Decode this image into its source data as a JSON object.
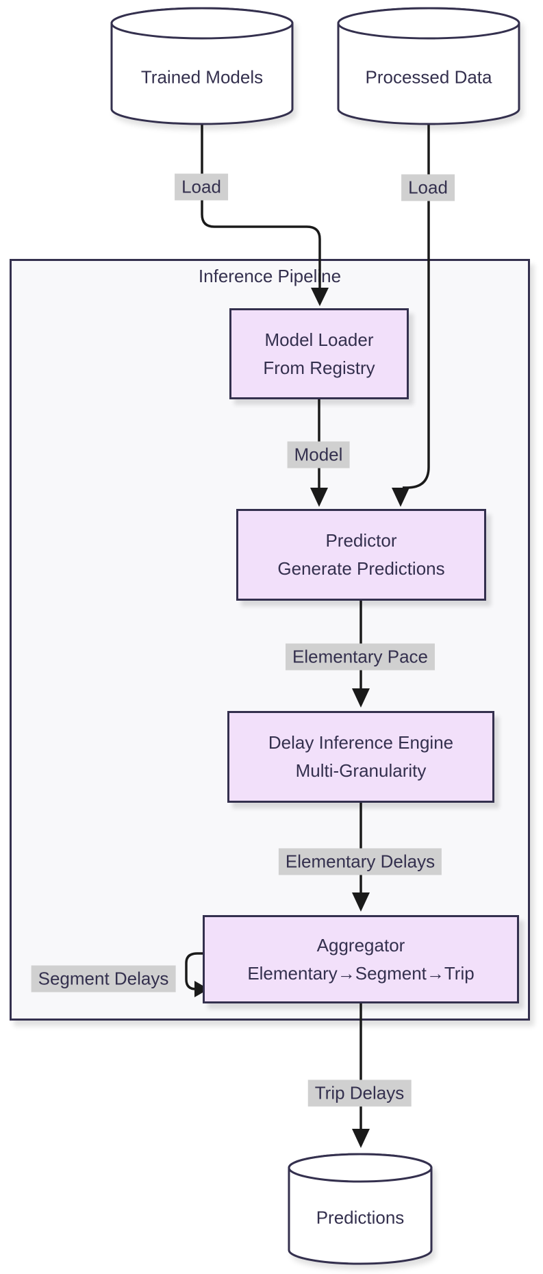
{
  "cluster": {
    "label": "Inference Pipeline"
  },
  "nodes": {
    "trained_models": {
      "label": "Trained Models",
      "shape": "cylinder"
    },
    "processed_data": {
      "label": "Processed Data",
      "shape": "cylinder"
    },
    "model_loader": {
      "line1": "Model Loader",
      "line2": "From Registry"
    },
    "predictor": {
      "line1": "Predictor",
      "line2": "Generate Predictions"
    },
    "delay_engine": {
      "line1": "Delay Inference Engine",
      "line2": "Multi-Granularity"
    },
    "aggregator": {
      "line1": "Aggregator",
      "line2": "Elementary→Segment→Trip"
    },
    "predictions": {
      "label": "Predictions",
      "shape": "cylinder"
    }
  },
  "edges": [
    {
      "from": "Trained Models",
      "to": "Model Loader",
      "label": "Load"
    },
    {
      "from": "Processed Data",
      "to": "Predictor",
      "label": "Load"
    },
    {
      "from": "Model Loader",
      "to": "Predictor",
      "label": "Model"
    },
    {
      "from": "Predictor",
      "to": "Delay Inference Engine",
      "label": "Elementary Pace"
    },
    {
      "from": "Delay Inference Engine",
      "to": "Aggregator",
      "label": "Elementary Delays"
    },
    {
      "from": "Aggregator",
      "to": "Aggregator",
      "label": "Segment Delays"
    },
    {
      "from": "Aggregator",
      "to": "Predictions",
      "label": "Trip Delays"
    }
  ],
  "colors": {
    "canvas_bg": "#ffffff",
    "node_fill": "#f2e0fa",
    "node_border": "#34304e",
    "cluster_fill": "#f8f8fa",
    "cluster_border": "#34304e",
    "edge_color": "#1a1a1a",
    "edge_label_bg": "#d0d0d0",
    "text_color": "#34304e"
  }
}
